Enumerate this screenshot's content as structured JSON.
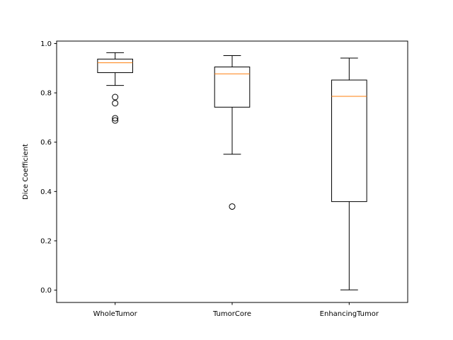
{
  "chart_data": {
    "type": "boxplot",
    "title": "",
    "xlabel": "",
    "ylabel": "Dice Coefficient",
    "ylim": [
      -0.05,
      1.01
    ],
    "yticks": [
      0.0,
      0.2,
      0.4,
      0.6,
      0.8,
      1.0
    ],
    "ytick_labels": [
      "0.0",
      "0.2",
      "0.4",
      "0.6",
      "0.8",
      "1.0"
    ],
    "grid": false,
    "median_color": "#ff7f0e",
    "box_color": "#000000",
    "categories": [
      "WholeTumor",
      "TumorCore",
      "EnhancingTumor"
    ],
    "boxes": [
      {
        "name": "WholeTumor",
        "whisker_low": 0.83,
        "q1": 0.882,
        "median": 0.922,
        "q3": 0.937,
        "whisker_high": 0.963,
        "outliers": [
          0.783,
          0.758,
          0.697,
          0.688
        ]
      },
      {
        "name": "TumorCore",
        "whisker_low": 0.551,
        "q1": 0.742,
        "median": 0.877,
        "q3": 0.905,
        "whisker_high": 0.951,
        "outliers": [
          0.339
        ]
      },
      {
        "name": "EnhancingTumor",
        "whisker_low": 0.001,
        "q1": 0.359,
        "median": 0.786,
        "q3": 0.852,
        "whisker_high": 0.941,
        "outliers": []
      }
    ]
  }
}
